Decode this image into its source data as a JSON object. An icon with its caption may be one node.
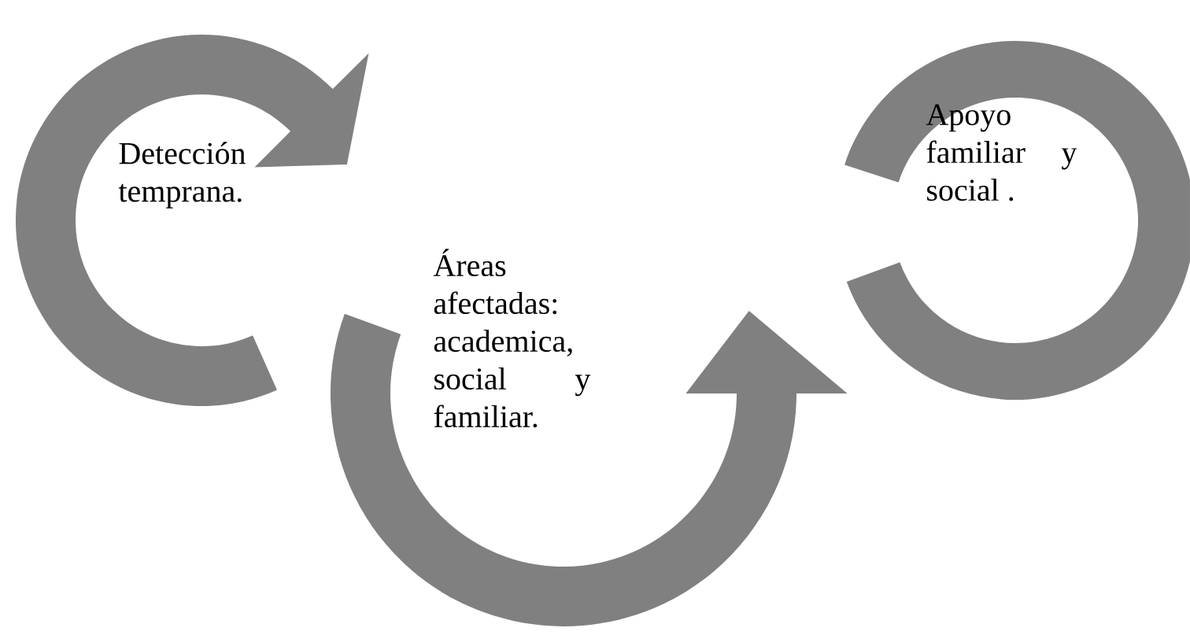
{
  "diagram": {
    "nodes": [
      {
        "text": [
          "Detección temprana."
        ]
      },
      {
        "text": [
          "Áreas afectadas: academica, social y familiar."
        ]
      },
      {
        "text": [
          "Apoyo familiar y social ."
        ]
      }
    ]
  }
}
